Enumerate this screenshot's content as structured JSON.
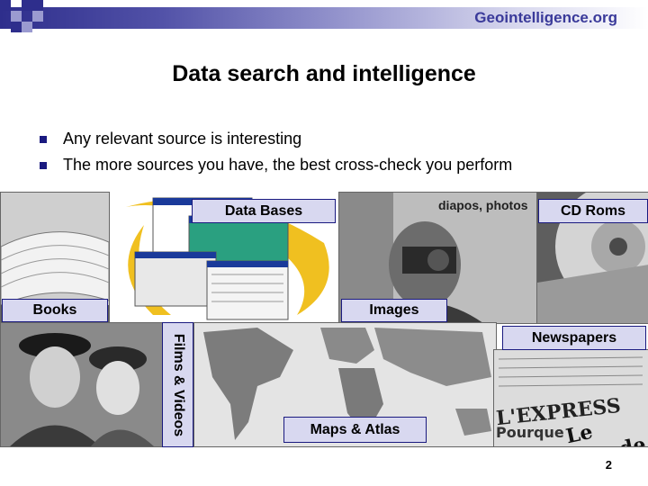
{
  "header": {
    "site": "Geointelligence.org"
  },
  "slide": {
    "title": "Data search and intelligence",
    "bullets": [
      "Any relevant source is interesting",
      "The more sources you have, the best cross-check you perform"
    ],
    "page_number": "2"
  },
  "collage": {
    "books": "Books",
    "data_bases": "Data Bases",
    "images": "Images",
    "images_photo_text": "diapos, photos",
    "cd_roms": "CD Roms",
    "films": "Films & Videos",
    "maps": "Maps & Atlas",
    "newspapers": "Newspapers",
    "newspaper_headlines": [
      "L'EXPRESS",
      "Le Monde",
      "Pourque"
    ]
  },
  "colors": {
    "accent": "#2e2e8c",
    "label_bg": "#d8d8f0",
    "label_border": "#1a1a80"
  }
}
